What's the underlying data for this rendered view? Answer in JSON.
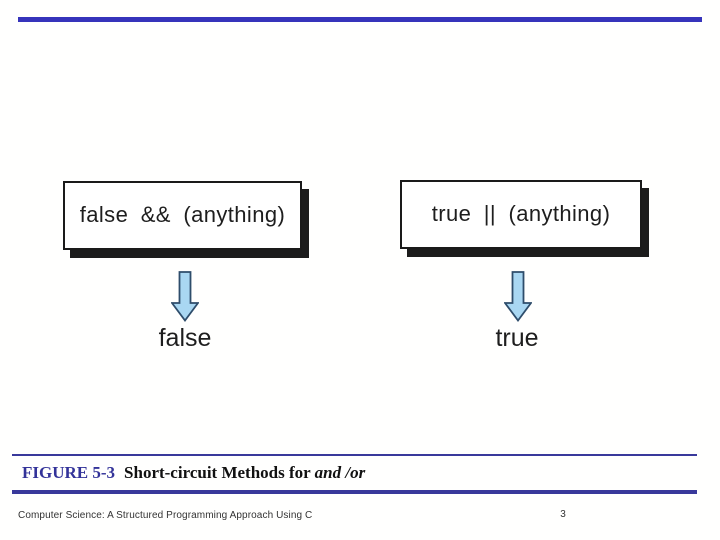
{
  "colors": {
    "top_bar": "#3634bb",
    "caption_rule": "#39399b",
    "figure_ref_blue": "#333399",
    "arrow_fill": "#a9d7f2",
    "arrow_stroke": "#2e4d6b",
    "box_shadow": "#1c1c1c"
  },
  "figure": {
    "and": {
      "box_label": "false && (anything)",
      "result_label": "false"
    },
    "or": {
      "box_label": "true || (anything)",
      "result_label": "true"
    }
  },
  "caption": {
    "figure_ref": "FIGURE 5-3",
    "title": "Short-circuit Methods for ",
    "title_italic": "and /or"
  },
  "footer": {
    "book_title": "Computer Science: A Structured Programming Approach Using C",
    "page_number": "3"
  }
}
